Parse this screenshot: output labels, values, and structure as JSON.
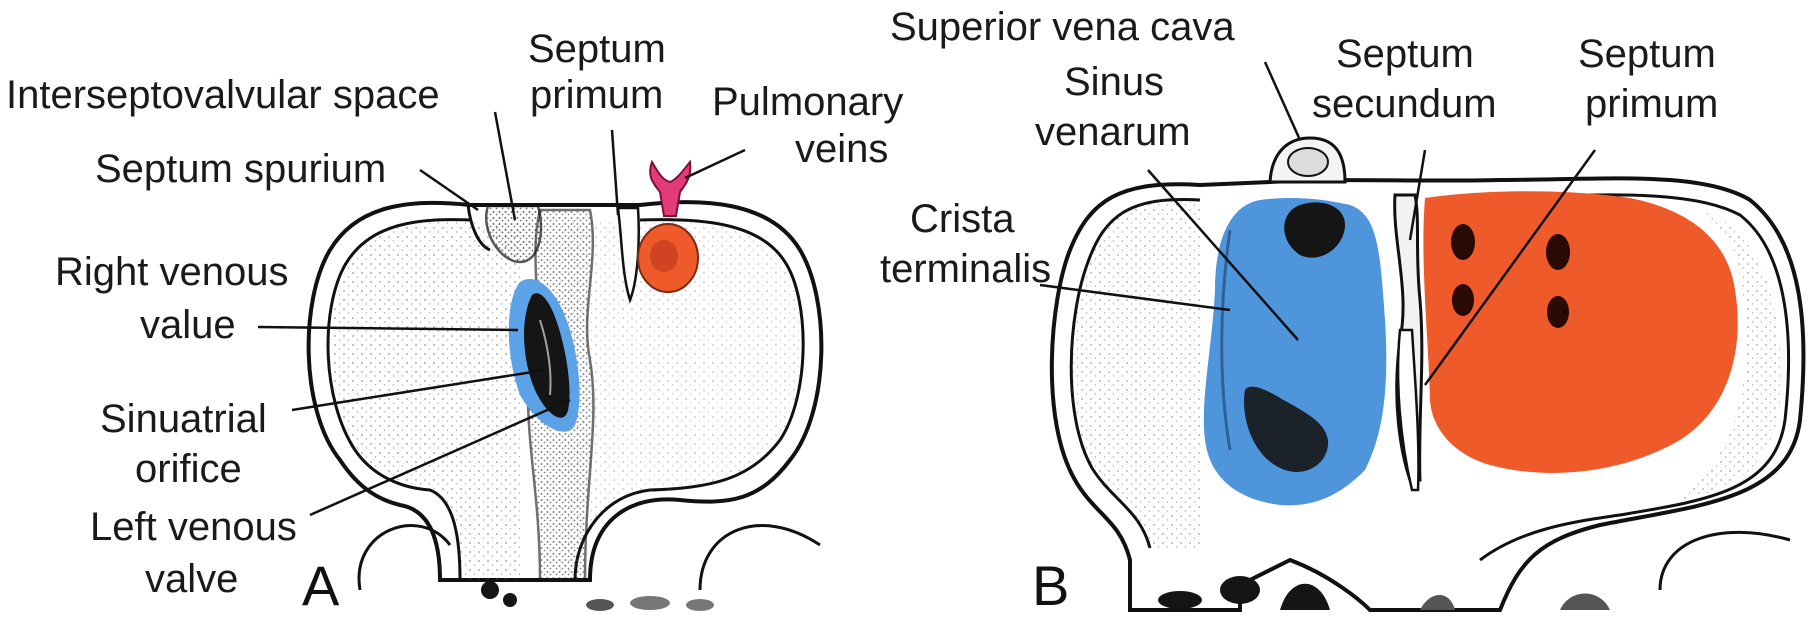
{
  "panels": {
    "a": {
      "letter": "A",
      "labels": {
        "septum_primum_l1": "Septum",
        "septum_primum_l2": "primum",
        "interseptovalvular": "Interseptovalvular space",
        "pulmonary_l1": "Pulmonary",
        "pulmonary_l2": "veins",
        "septum_spurium": "Septum spurium",
        "right_valve_l1": "Right venous",
        "right_valve_l2": "value",
        "sinuatrial_l1": "Sinuatrial",
        "sinuatrial_l2": "orifice",
        "left_valve_l1": "Left venous",
        "left_valve_l2": "valve"
      }
    },
    "b": {
      "letter": "B",
      "labels": {
        "svc": "Superior vena cava",
        "sinus_l1": "Sinus",
        "sinus_l2": "venarum",
        "secundum_l1": "Septum",
        "secundum_l2": "secundum",
        "primum_l1": "Septum",
        "primum_l2": "primum",
        "crista_l1": "Crista",
        "crista_l2": "terminalis"
      }
    }
  },
  "colors": {
    "valve_blue": "#5ba3e6",
    "sinus_blue": "#4f95dc",
    "orange": "#ef5a2a",
    "pink": "#e23b7a",
    "dark": "#151515"
  }
}
